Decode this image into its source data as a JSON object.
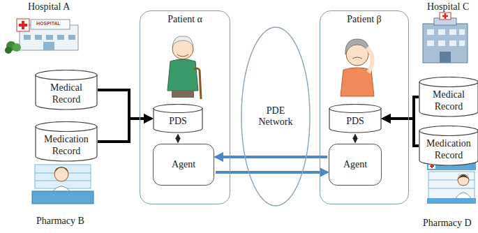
{
  "diagram": {
    "nodes": [
      {
        "text": [
          "Medical Record"
        ]
      },
      {
        "text": [
          "Medication Record"
        ]
      },
      {
        "text": [
          "Patient α"
        ]
      },
      {
        "text": [
          "PDS"
        ],
        "in": 2
      },
      {
        "text": [
          "Agent"
        ],
        "in": 2
      },
      {
        "text": [
          "PDE Network"
        ]
      },
      {
        "text": [
          "Patient β"
        ]
      },
      {
        "text": [
          "PDS"
        ],
        "in": 6
      },
      {
        "text": [
          "Agent"
        ],
        "in": 6
      },
      {
        "text": [
          "Medical Record"
        ]
      },
      {
        "text": [
          "Medication Record"
        ]
      }
    ],
    "edges": [
      {
        "from": 0,
        "to": 3,
        "arrow": "to"
      },
      {
        "from": 1,
        "to": 3,
        "arrow": "to"
      },
      {
        "from": 3,
        "to": 4,
        "arrow": "both"
      },
      {
        "from": 7,
        "to": 8,
        "arrow": "both"
      },
      {
        "from": 8,
        "to": 4,
        "arrow": "to"
      },
      {
        "from": 4,
        "to": 8,
        "arrow": "to"
      },
      {
        "from": 9,
        "to": 7,
        "arrow": "to"
      },
      {
        "from": 10,
        "to": 7,
        "arrow": "to"
      }
    ],
    "labels": [
      "Hospital A",
      "HOSPITAL",
      "Pharmacy B",
      "Hospital C",
      "Pharmacy D"
    ]
  }
}
